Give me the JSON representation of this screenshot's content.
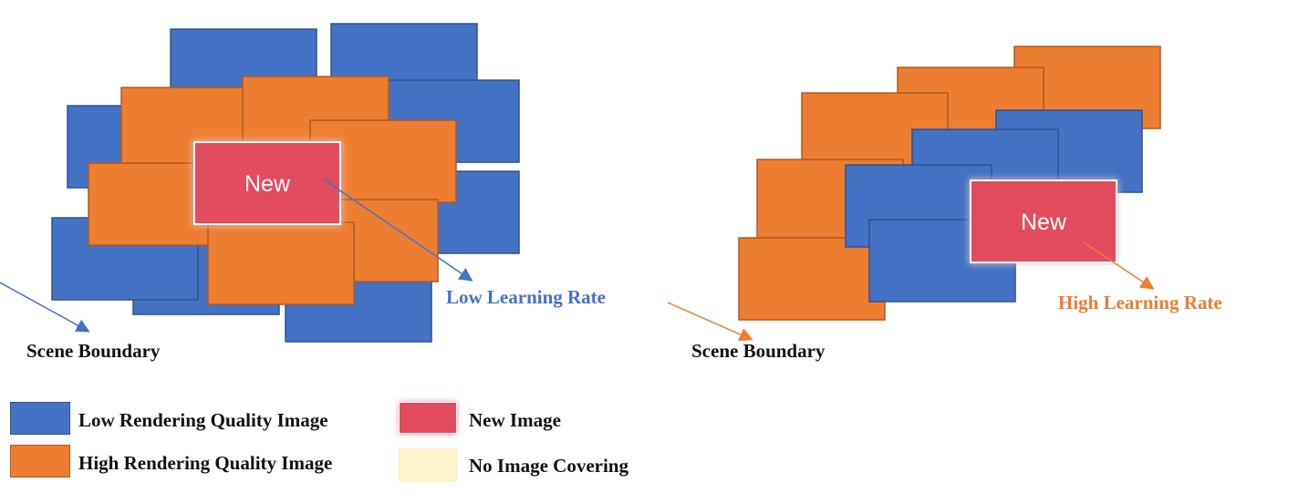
{
  "colors": {
    "low_quality": "#4472c4",
    "high_quality": "#ed7d31",
    "new_image": "#e34b5e",
    "no_cover": "#fef2cc",
    "low_rate_text": "#4472c4",
    "high_rate_text": "#ed7d31"
  },
  "left_panel": {
    "new_label": "New",
    "rate_label": "Low Learning Rate",
    "boundary_label": "Scene Boundary"
  },
  "right_panel": {
    "new_label": "New",
    "rate_label": "High Learning Rate",
    "boundary_label": "Scene Boundary"
  },
  "legend": {
    "low_quality": "Low Rendering Quality Image",
    "high_quality": "High Rendering Quality Image",
    "new_image": "New Image",
    "no_cover": "No Image Covering"
  }
}
